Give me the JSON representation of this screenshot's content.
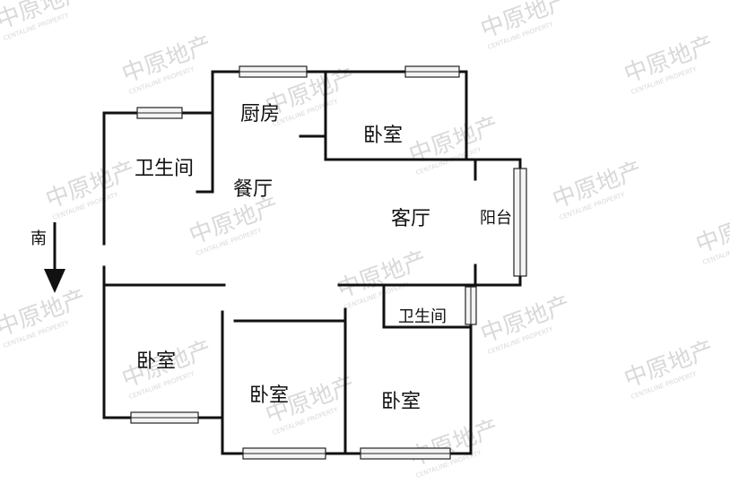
{
  "rooms": {
    "kitchen": "厨房",
    "bedroom_ne": "卧室",
    "bath_w": "卫生间",
    "dining": "餐厅",
    "living": "客厅",
    "balcony": "阳台",
    "bath_c": "卫生间",
    "bedroom_sw": "卧室",
    "bedroom_sc": "卧室",
    "bedroom_se": "卧室"
  },
  "compass": {
    "label": "南"
  },
  "watermark": {
    "main": "中原地产",
    "sub": "CENTALINE PROPERTY"
  }
}
